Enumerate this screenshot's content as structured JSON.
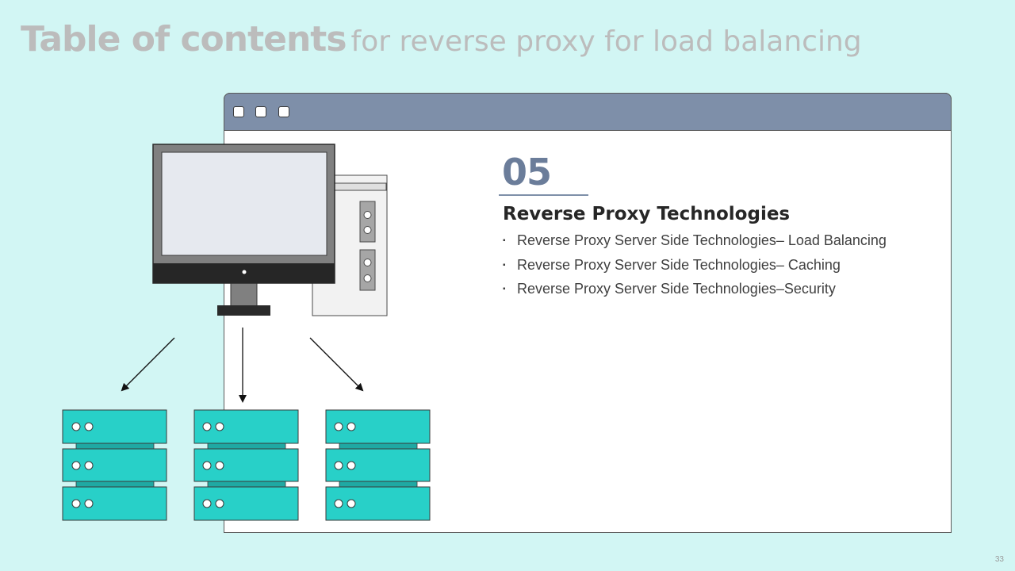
{
  "title": {
    "bold": "Table of contents",
    "light": "for reverse proxy for load balancing"
  },
  "section": {
    "number": "05",
    "heading": "Reverse Proxy Technologies",
    "items": [
      {
        "label": "Reverse Proxy Server Side Technologies–  Load Balancing"
      },
      {
        "label": "Reverse Proxy Server Side Technologies– Caching"
      },
      {
        "label": "Reverse Proxy Server Side Technologies–Security"
      }
    ],
    "bullet": "▪"
  },
  "page_number": "33",
  "colors": {
    "background": "#d2f6f4",
    "titlebar": "#7e8fa9",
    "server_teal": "#28d0c8",
    "accent_number": "#6b7d9a",
    "title_gray": "#bcbcbc"
  },
  "icons": {
    "monitor": "desktop-monitor-icon",
    "tower": "computer-tower-icon",
    "server": "server-rack-icon",
    "arrow": "arrow-icon"
  }
}
